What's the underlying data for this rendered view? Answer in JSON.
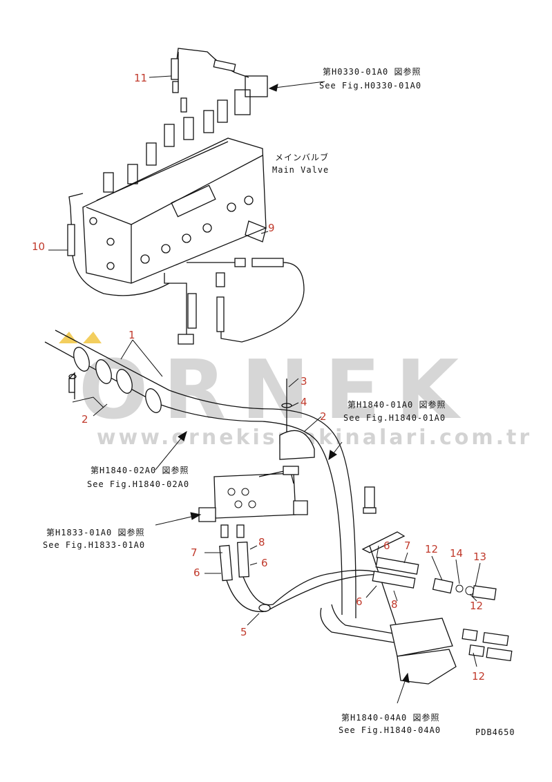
{
  "watermark": {
    "brand": "ORNEK",
    "url": "www.ornekismakinalari.com.tr",
    "color": "#cfcfcf",
    "accent": "#f2c94c"
  },
  "callouts": {
    "n1": "1",
    "n2a": "2",
    "n2b": "2",
    "n3": "3",
    "n4": "4",
    "n5": "5",
    "n6a": "6",
    "n6b": "6",
    "n6c": "6",
    "n6d": "6",
    "n7a": "7",
    "n7b": "7",
    "n8a": "8",
    "n8b": "8",
    "n9": "9",
    "n10": "10",
    "n11": "11",
    "n12a": "12",
    "n12b": "12",
    "n12c": "12",
    "n13": "13",
    "n14": "14",
    "color": "#c0392b"
  },
  "references": {
    "h0330_jp": "第H0330-01A0 図参照",
    "h0330_en": "See Fig.H0330-01A0",
    "main_valve_jp": "メインバルブ",
    "main_valve_en": "Main Valve",
    "h1840_01_jp": "第H1840-01A0 図参照",
    "h1840_01_en": "See Fig.H1840-01A0",
    "h1840_02_jp": "第H1840-02A0 図参照",
    "h1840_02_en": "See Fig.H1840-02A0",
    "h1833_jp": "第H1833-01A0 図参照",
    "h1833_en": "See Fig.H1833-01A0",
    "h1840_04_jp": "第H1840-04A0 図参照",
    "h1840_04_en": "See Fig.H1840-04A0",
    "drawing_code": "PDB4650"
  }
}
